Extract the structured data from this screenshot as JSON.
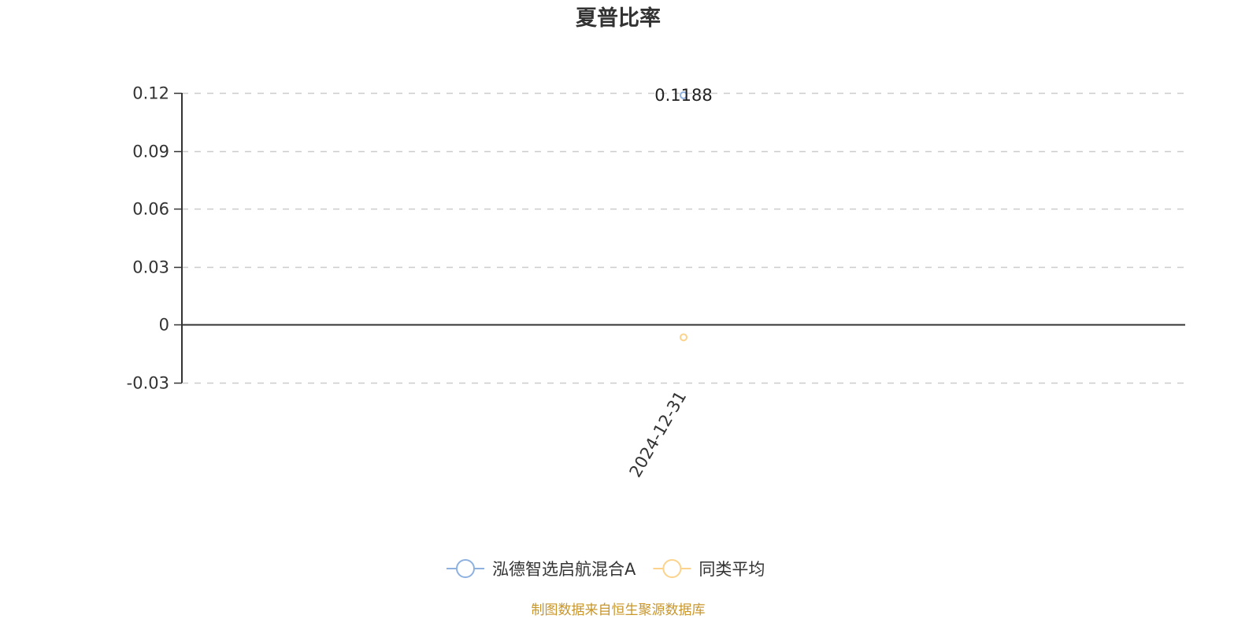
{
  "chart_data": {
    "type": "line",
    "title": "夏普比率",
    "xlabel": "",
    "ylabel": "",
    "categories": [
      "2024-12-31"
    ],
    "ylim": [
      -0.03,
      0.12
    ],
    "yticks": [
      0.12,
      0.09,
      0.06,
      0.03,
      0,
      -0.03
    ],
    "ytick_labels": [
      "0.12",
      "0.09",
      "0.06",
      "0.03",
      "0",
      "-0.03"
    ],
    "grid": true,
    "legend_position": "bottom",
    "series": [
      {
        "name": "泓德智选启航混合A",
        "values": [
          0.1188
        ],
        "color": "#8eb1e0",
        "data_labels": [
          "0.1188"
        ]
      },
      {
        "name": "同类平均",
        "values": [
          -0.0065
        ],
        "color": "#fcd38c",
        "data_labels": []
      }
    ],
    "source_note": "制图数据来自恒生聚源数据库"
  }
}
